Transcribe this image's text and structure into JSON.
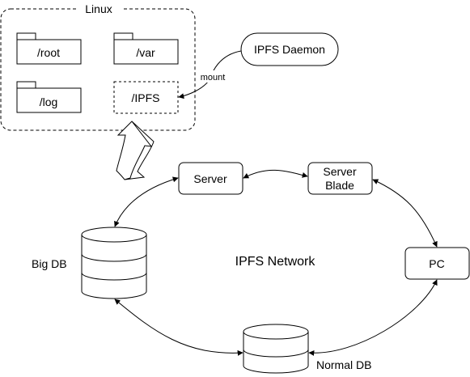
{
  "linux": {
    "title": "Linux",
    "folders": {
      "root": "/root",
      "var": "/var",
      "log": "/log"
    },
    "mount_point": "/IPFS"
  },
  "daemon": {
    "label": "IPFS Daemon"
  },
  "mount_edge": {
    "label": "mount"
  },
  "nodes": {
    "server": "Server",
    "server_blade_line1": "Server",
    "server_blade_line2": "Blade",
    "pc": "PC",
    "big_db": "Big DB",
    "normal_db": "Normal DB"
  },
  "network": {
    "label": "IPFS Network"
  }
}
